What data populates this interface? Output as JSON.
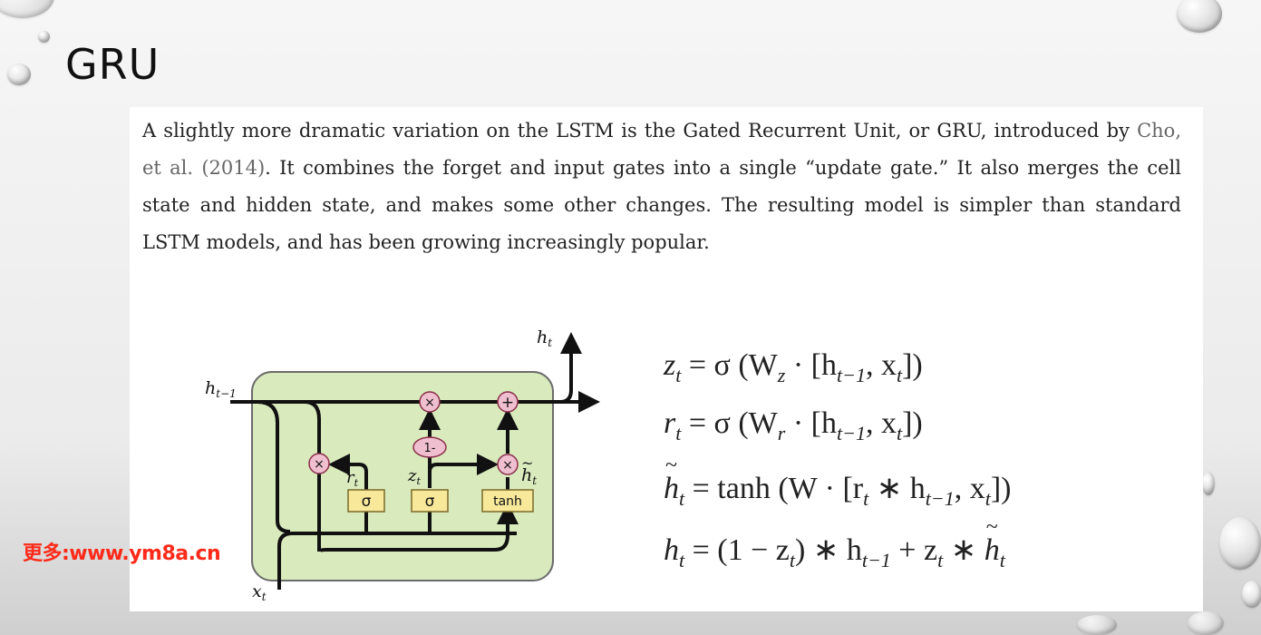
{
  "slide": {
    "title": "GRU",
    "paragraph": {
      "part1": "A slightly more dramatic variation on the LSTM is the Gated Recurrent Unit, or GRU, introduced by ",
      "citation": "Cho, et al. (2014)",
      "part2": ". It combines the forget and input gates into a single “update gate.” It also merges the cell state and hidden state, and makes some other changes. The resulting model is simpler than standard LSTM models, and has been growing increasingly popular."
    }
  },
  "diagram": {
    "labels": {
      "h_t": "h",
      "h_t_sub": "t",
      "h_prev": "h",
      "h_prev_sub": "t−1",
      "x_t": "x",
      "x_t_sub": "t",
      "r_t": "r",
      "r_t_sub": "t",
      "z_t": "z",
      "z_t_sub": "t",
      "h_tilde": "h",
      "h_tilde_sub": "t"
    },
    "ops": {
      "multiply": "×",
      "add": "+",
      "one_minus": "1-"
    },
    "layers": {
      "sigma_r": "σ",
      "sigma_z": "σ",
      "tanh": "tanh"
    },
    "colors": {
      "cell_fill": "#d9ebbd",
      "cell_stroke": "#6b6b6b",
      "layer_fill": "#f7e89a",
      "layer_stroke": "#7a6a2a",
      "op_fill": "#efbfcf",
      "op_stroke": "#8a2e4a",
      "wire": "#111111"
    }
  },
  "equations": {
    "eq1": {
      "lhs": "z",
      "lhs_sub": "t",
      "mid": " = σ (W",
      "w_sub": "z",
      "dot": " · [h",
      "prev_sub": "t−1",
      "comma": ", x",
      "x_sub": "t",
      "close": "])"
    },
    "eq2": {
      "lhs": "r",
      "lhs_sub": "t",
      "mid": " = σ (W",
      "w_sub": "r",
      "dot": " · [h",
      "prev_sub": "t−1",
      "comma": ", x",
      "x_sub": "t",
      "close": "])"
    },
    "eq3": {
      "lhs": "h",
      "lhs_sub": "t",
      "mid": " = tanh (W · [r",
      "r_sub": "t",
      "star": " ∗ h",
      "prev_sub": "t−1",
      "comma": ", x",
      "x_sub": "t",
      "close": "])"
    },
    "eq4": {
      "lhs": "h",
      "lhs_sub": "t",
      "mid": " = (1 − z",
      "z_sub": "t",
      "star": ") ∗ h",
      "prev_sub": "t−1",
      "plus": " + z",
      "z2_sub": "t",
      "star2": " ∗ ",
      "h_sub": "t"
    }
  },
  "watermark": {
    "text": "更多:www.ym8a.cn",
    "color": "#ff2a1a"
  }
}
